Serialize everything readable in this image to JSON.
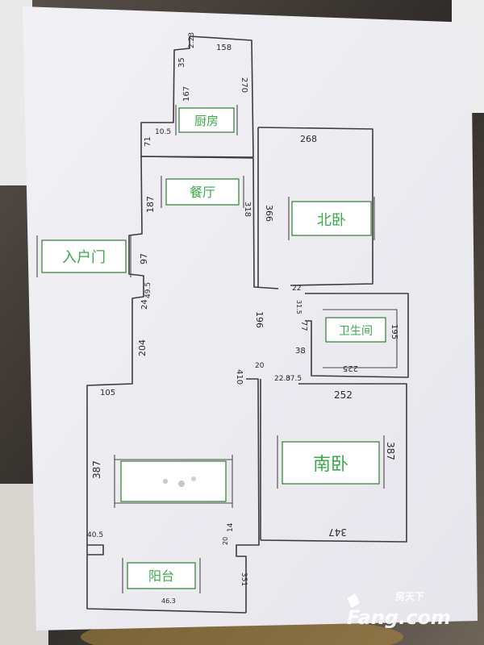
{
  "rooms": {
    "kitchen": "厨房",
    "dining": "餐厅",
    "north_bedroom": "北卧",
    "entrance": "入户门",
    "bathroom": "卫生间",
    "south_bedroom": "南卧",
    "living_room": "",
    "balcony": "阳台"
  },
  "dimensions": {
    "k_top_left": "2.23",
    "k_top": "158",
    "k_35": "35",
    "k_167": "167",
    "k_270": "270",
    "k_105": "10.5",
    "k_71": "71",
    "n_top": "268",
    "n_366": "366",
    "d_187": "187",
    "d_318": "318",
    "e_97": "97",
    "e_4915": "49.5",
    "l_24": "24",
    "l_204": "204",
    "l_105": "105",
    "l_387": "387",
    "l_4005": "40.5",
    "c_196": "196",
    "c_410": "410",
    "c_20": "20",
    "c_223": "22.3",
    "b_22": "22",
    "b_315": "31.5",
    "b_77": "77",
    "b_38": "38",
    "b_875": "87.5",
    "b_195": "195",
    "b_225": "225",
    "s_252": "252",
    "s_387": "387",
    "s_347": "347",
    "bal_14": "14",
    "bal_351": "351",
    "bal_463": "46.3",
    "bal_20": "20"
  },
  "watermark": {
    "brand_cn": "房天下",
    "brand_en": "Fang.com"
  },
  "colors": {
    "label_green": "#3aa94a",
    "paper": "#eeeef2",
    "box_border": "#2e7d32"
  }
}
